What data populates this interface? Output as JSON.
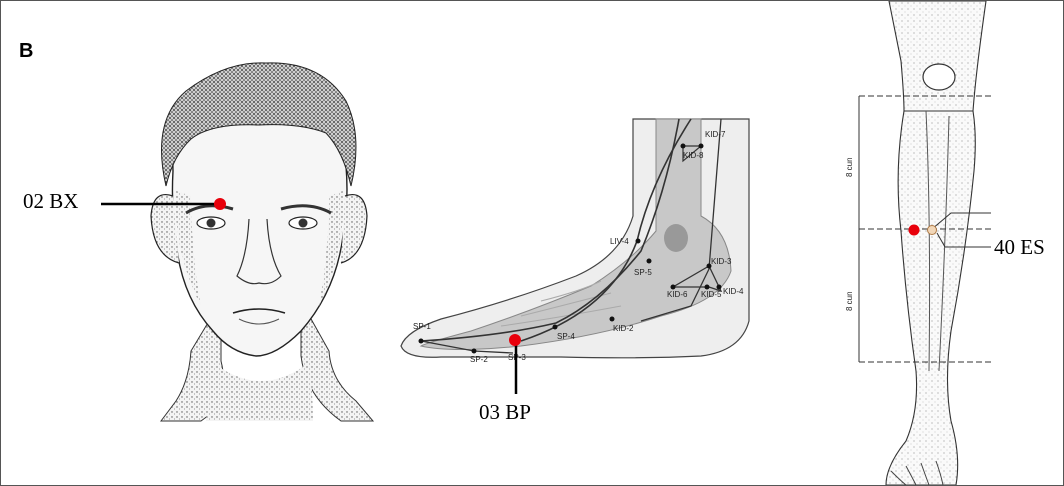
{
  "figure": {
    "panel_label": "B",
    "points": [
      {
        "code": "02 BX",
        "color": "#e8000b"
      },
      {
        "code": "03 BP",
        "color": "#e8000b"
      },
      {
        "code": "40 ES",
        "color": "#e8000b"
      }
    ],
    "foot_labels": [
      "KID-7",
      "KID-8",
      "LIV-4",
      "KID-3",
      "SP-5",
      "KID-4",
      "KID-6",
      "KID-5",
      "SP-1",
      "SP-4",
      "KID-2",
      "SP-2",
      "SP-3"
    ],
    "leg_measurements": [
      "8 cun",
      "8 cun"
    ]
  }
}
